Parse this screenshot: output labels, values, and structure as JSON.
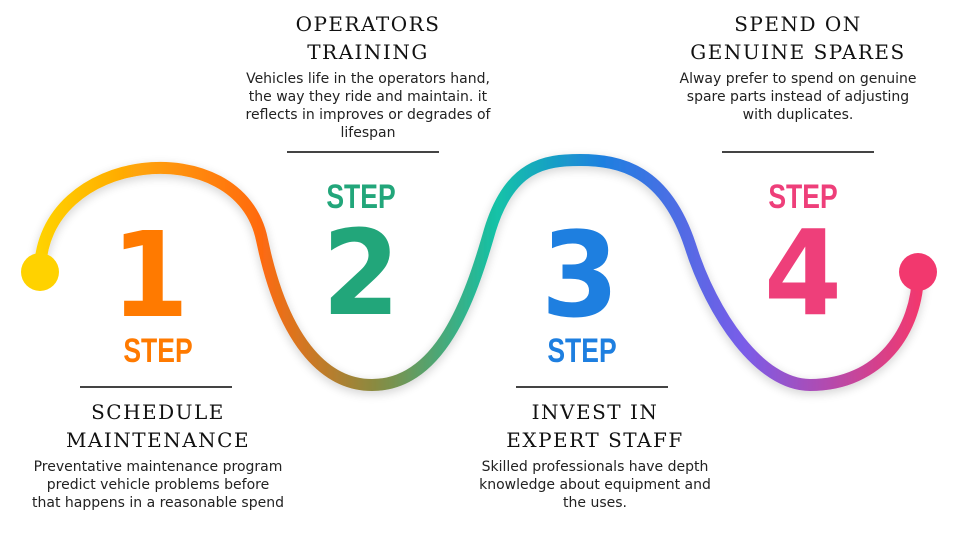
{
  "colors": {
    "step1": "#FF7A00",
    "step2": "#22A67A",
    "step3": "#1E7FE0",
    "step4": "#EE3F7A",
    "dot_start": "#FFD200",
    "dot_end": "#F2386E",
    "rule": "#444444"
  },
  "steps": [
    {
      "step_word": "STEP",
      "number": "1",
      "title_line1": "SCHEDULE",
      "title_line2": "MAINTENANCE",
      "desc_line1": "Preventative maintenance program",
      "desc_line2": "predict vehicle problems before",
      "desc_line3": "that happens in a reasonable spend"
    },
    {
      "step_word": "STEP",
      "number": "2",
      "title_line1": "OPERATORS",
      "title_line2": "TRAINING",
      "desc_line1": "Vehicles life in the operators hand,",
      "desc_line2": "the way they ride and maintain. it",
      "desc_line3": "reflects in improves or degrades of",
      "desc_line4": "lifespan"
    },
    {
      "step_word": "STEP",
      "number": "3",
      "title_line1": "INVEST IN",
      "title_line2": "EXPERT STAFF",
      "desc_line1": "Skilled professionals have depth",
      "desc_line2": "knowledge about equipment and",
      "desc_line3": "the uses."
    },
    {
      "step_word": "STEP",
      "number": "4",
      "title_line1": "SPEND ON",
      "title_line2": "GENUINE SPARES",
      "desc_line1": "Alway prefer to spend on genuine",
      "desc_line2": "spare parts instead of adjusting",
      "desc_line3": "with duplicates."
    }
  ]
}
